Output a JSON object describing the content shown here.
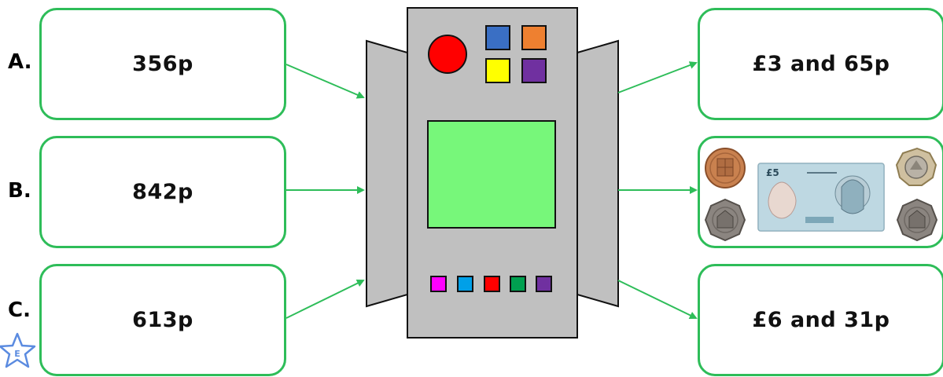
{
  "inputs": [
    {
      "letter": "A.",
      "value": "356p"
    },
    {
      "letter": "B.",
      "value": "842p"
    },
    {
      "letter": "C.",
      "value": "613p"
    }
  ],
  "outputs": [
    {
      "type": "text",
      "value": "£3 and 65p"
    },
    {
      "type": "money-picture",
      "items": [
        "copper-coin-icon",
        "silver-coin-icon",
        "five-pound-note-icon",
        "pound-coin-icon",
        "silver-coin-icon"
      ]
    },
    {
      "type": "text",
      "value": "£6 and 31p"
    }
  ],
  "machine": {
    "big_button_color": "#ff0000",
    "top_buttons": [
      "#3a6fc4",
      "#ee8030",
      "#ffff00",
      "#7030a0"
    ],
    "screen_color": "#77f77a",
    "bottom_buttons": [
      "#ff00ff",
      "#00a0e8",
      "#ff0000",
      "#00a050",
      "#7030a0"
    ],
    "body_color": "#c0c0c0"
  },
  "colors": {
    "border": "#2ebd59",
    "arrow": "#2ebd59"
  },
  "badge": {
    "letter": "E"
  }
}
